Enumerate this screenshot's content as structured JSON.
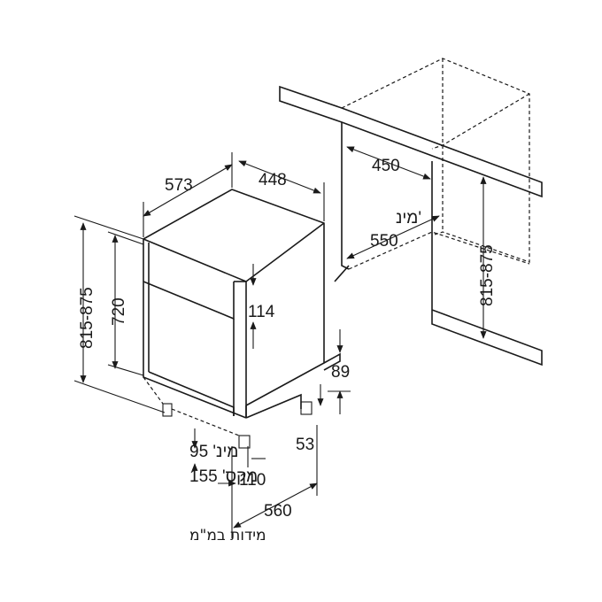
{
  "dimensions": {
    "depth_573": "573",
    "width_448": "448",
    "width_450": "450",
    "min_label": "מינ' 550",
    "height_815_875_left": "815-875",
    "height_720": "720",
    "panel_114": "114",
    "height_815_875_right": "815-875",
    "plinth_89": "89",
    "foot_53": "53",
    "min_95": "מינ' 95",
    "max_155": "מקס' 155",
    "dim_110": "110",
    "dim_560": "560"
  },
  "footer": {
    "units_note": "מידות במ\"מ"
  }
}
